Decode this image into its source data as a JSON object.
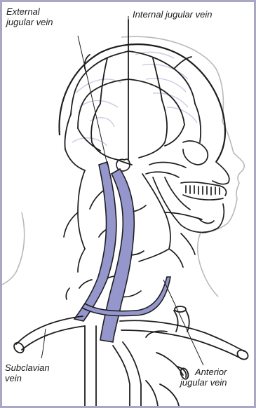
{
  "diagram": {
    "labels": {
      "external_jugular": "External\njugular vein",
      "internal_jugular": "Internal jugular vein",
      "subclavian": "Subclavian\nvein",
      "anterior_jugular": "Anterior\njugular vein"
    },
    "colors": {
      "vein_fill": "#9496cc",
      "outline": "#1e1e1e",
      "skin_outline": "#b9b9b9",
      "brain_folds": "#c9cbe3",
      "frame_border": "#a8a8c4"
    }
  }
}
